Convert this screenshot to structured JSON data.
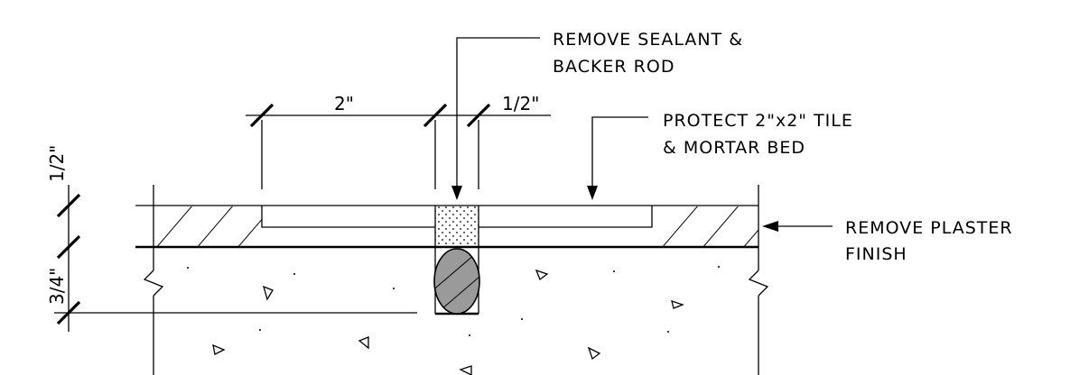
{
  "notes": {
    "sealant_line1": "REMOVE SEALANT &",
    "sealant_line2": "BACKER ROD",
    "tile_line1": "PROTECT 2\"x2\" TILE",
    "tile_line2": "& MORTAR BED",
    "plaster_line1": "REMOVE PLASTER",
    "plaster_line2": "FINISH"
  },
  "dimensions": {
    "tile_width": "2\"",
    "joint_width": "1/2\"",
    "tile_thickness": "1/2\"",
    "mortar_depth": "3/4\""
  }
}
